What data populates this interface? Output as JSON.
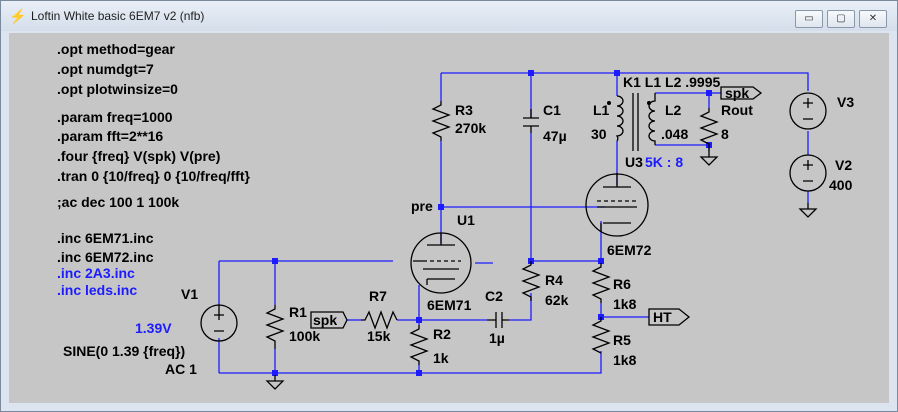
{
  "window": {
    "title": "Loftin White basic 6EM7 v2 (nfb)",
    "icon": "ltspice-icon",
    "buttons": {
      "minimize": "▭",
      "maximize": "▢",
      "close": "✕"
    }
  },
  "directives": [
    {
      "text": ".opt method=gear",
      "color": "#000000"
    },
    {
      "text": ".opt numdgt=7",
      "color": "#000000"
    },
    {
      "text": ".opt plotwinsize=0",
      "color": "#000000"
    },
    {
      "text": ".param freq=1000",
      "color": "#000000"
    },
    {
      "text": ".param fft=2**16",
      "color": "#000000"
    },
    {
      "text": ".four {freq} V(spk) V(pre)",
      "color": "#000000"
    },
    {
      "text": ".tran 0 {10/freq} 0 {10/freq/fft}",
      "color": "#000000"
    },
    {
      "text": ";ac dec 100 1 100k",
      "color": "#000000"
    },
    {
      "text": ".inc 6EM71.inc",
      "color": "#000000"
    },
    {
      "text": ".inc 6EM72.inc",
      "color": "#000000"
    },
    {
      "text": ".inc 2A3.inc",
      "color": "#1c1cff"
    },
    {
      "text": ".inc leds.inc",
      "color": "#1c1cff"
    }
  ],
  "components": {
    "V1": {
      "name": "V1",
      "value": "1.39V",
      "source": "SINE(0 1.39 {freq})",
      "ac": "AC 1"
    },
    "R1": {
      "name": "R1",
      "value": "100k"
    },
    "R7": {
      "name": "R7",
      "value": "15k"
    },
    "R2": {
      "name": "R2",
      "value": "1k"
    },
    "R3": {
      "name": "R3",
      "value": "270k"
    },
    "C1": {
      "name": "C1",
      "value": "47µ"
    },
    "C2": {
      "name": "C2",
      "value": "1µ"
    },
    "R4": {
      "name": "R4",
      "value": "62k"
    },
    "R6": {
      "name": "R6",
      "value": "1k8"
    },
    "R5": {
      "name": "R5",
      "value": "1k8"
    },
    "U1": {
      "name": "U1",
      "model": "6EM71"
    },
    "U3": {
      "name": "U3",
      "model": "6EM72"
    },
    "L1": {
      "name": "L1",
      "value": "30"
    },
    "L2": {
      "name": "L2",
      "value": ".048"
    },
    "Rout": {
      "name": "Rout",
      "value": "8"
    },
    "V2": {
      "name": "V2",
      "value": "400"
    },
    "V3": {
      "name": "V3"
    }
  },
  "coupling": {
    "directive": "K1 L1 L2 .9995",
    "ratio": "5K : 8"
  },
  "net_labels": {
    "spk_out": "spk",
    "spk_in": "spk",
    "pre": "pre",
    "ht": "HT"
  },
  "colors": {
    "wire": "#1c1cff",
    "component": "#000000",
    "background": "#c6c6c6",
    "highlight": "#1c1cff"
  }
}
